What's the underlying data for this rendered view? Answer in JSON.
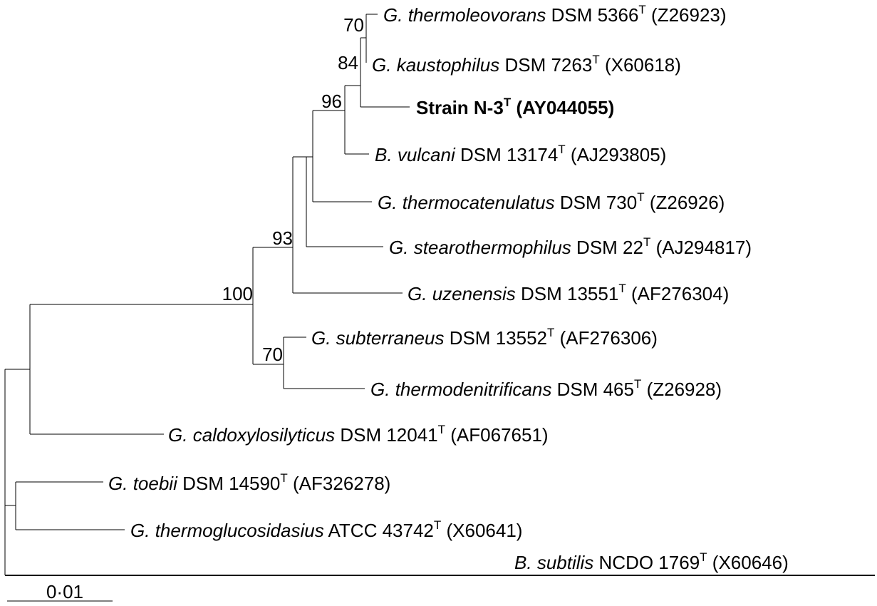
{
  "tree": {
    "taxa": [
      {
        "id": "t-thermoleovorans",
        "genus": "G.",
        "species": "thermoleovorans",
        "strain": "DSM 5366",
        "type_mark": "T",
        "accession": "(Z26923)",
        "bold": false
      },
      {
        "id": "t-kaustophilus",
        "genus": "G.",
        "species": "kaustophilus",
        "strain": "DSM 7263",
        "type_mark": "T",
        "accession": "(X60618)",
        "bold": false
      },
      {
        "id": "t-strain-n3",
        "genus": "",
        "species": "",
        "strain": "Strain N-3",
        "type_mark": "T",
        "accession": "(AY044055)",
        "bold": true
      },
      {
        "id": "t-vulcani",
        "genus": "B.",
        "species": "vulcani",
        "strain": "DSM 13174",
        "type_mark": "T",
        "accession": "(AJ293805)",
        "bold": false
      },
      {
        "id": "t-thermocatenulatus",
        "genus": "G.",
        "species": "thermocatenulatus",
        "strain": "DSM 730",
        "type_mark": "T",
        "accession": "(Z26926)",
        "bold": false
      },
      {
        "id": "t-stearothermophilus",
        "genus": "G.",
        "species": "stearothermophilus",
        "strain": "DSM 22",
        "type_mark": "T",
        "accession": "(AJ294817)",
        "bold": false
      },
      {
        "id": "t-uzenensis",
        "genus": "G.",
        "species": "uzenensis",
        "strain": "DSM 13551",
        "type_mark": "T",
        "accession": "(AF276304)",
        "bold": false
      },
      {
        "id": "t-subterraneus",
        "genus": "G.",
        "species": "subterraneus",
        "strain": "DSM 13552",
        "type_mark": "T",
        "accession": "(AF276306)",
        "bold": false
      },
      {
        "id": "t-thermodenitrificans",
        "genus": "G.",
        "species": "thermodenitrificans",
        "strain": "DSM 465",
        "type_mark": "T",
        "accession": "(Z26928)",
        "bold": false
      },
      {
        "id": "t-caldoxylosilyticus",
        "genus": "G.",
        "species": "caldoxylosilyticus",
        "strain": "DSM 12041",
        "type_mark": "T",
        "accession": "(AF067651)",
        "bold": false
      },
      {
        "id": "t-toebii",
        "genus": "G.",
        "species": "toebii",
        "strain": "DSM 14590",
        "type_mark": "T",
        "accession": "(AF326278)",
        "bold": false
      },
      {
        "id": "t-thermoglucosidasius",
        "genus": "G.",
        "species": "thermoglucosidasius",
        "strain": "ATCC 43742",
        "type_mark": "T",
        "accession": "(X60641)",
        "bold": false
      },
      {
        "id": "t-subtilis",
        "genus": "B.",
        "species": "subtilis",
        "strain": "NCDO 1769",
        "type_mark": "T",
        "accession": "(X60646)",
        "bold": false
      }
    ],
    "bootstrap": [
      {
        "id": "node-thermoleovorans-kaustophilus",
        "value": "70"
      },
      {
        "id": "node-with-strain-n3",
        "value": "84"
      },
      {
        "id": "node-with-vulcani",
        "value": "96"
      },
      {
        "id": "node-stearothermophilus-group",
        "value": "93"
      },
      {
        "id": "node-geobacillus-core",
        "value": "100"
      },
      {
        "id": "node-subterraneus-thermodenitrificans",
        "value": "70"
      }
    ],
    "scale_bar": {
      "label": "0·01"
    }
  }
}
